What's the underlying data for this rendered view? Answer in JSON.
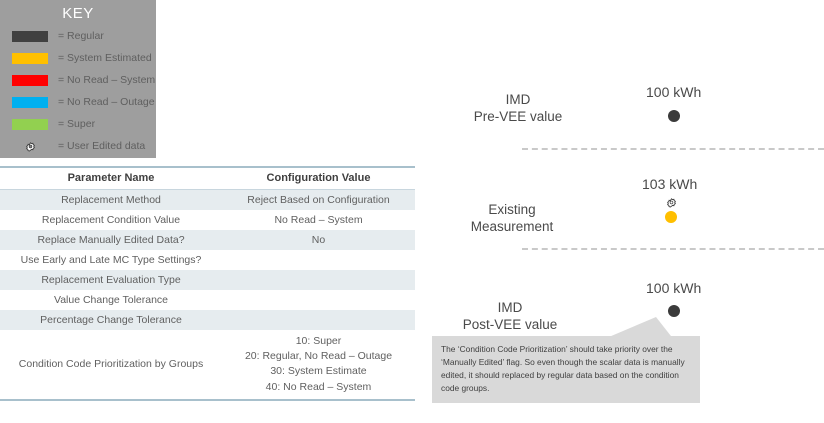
{
  "key": {
    "title": "KEY",
    "items": [
      {
        "icon": "color-swatch",
        "color": "#404040",
        "label": "= Regular"
      },
      {
        "icon": "color-swatch",
        "color": "#FFC000",
        "label": "= System Estimated"
      },
      {
        "icon": "color-swatch",
        "color": "#FF0000",
        "label": "= No Read – System"
      },
      {
        "icon": "color-swatch",
        "color": "#00B0F0",
        "label": "= No Read – Outage"
      },
      {
        "icon": "color-swatch",
        "color": "#92D050",
        "label": "= Super"
      },
      {
        "icon": "gear-icon",
        "color": "#ffffff",
        "label": "= User Edited data"
      }
    ]
  },
  "table": {
    "headers": [
      "Parameter Name",
      "Configuration Value"
    ],
    "rows": [
      {
        "param": "Replacement Method",
        "value": "Reject Based on Configuration"
      },
      {
        "param": "Replacement Condition Value",
        "value": "No Read – System"
      },
      {
        "param": "Replace Manually Edited Data?",
        "value": "No"
      },
      {
        "param": "Use Early and Late MC Type Settings?",
        "value": ""
      },
      {
        "param": "Replacement Evaluation Type",
        "value": ""
      },
      {
        "param": "Value Change Tolerance",
        "value": ""
      },
      {
        "param": "Percentage Change Tolerance",
        "value": ""
      },
      {
        "param": "Condition Code Prioritization by Groups",
        "value": "10: Super\n20: Regular, No Read – Outage\n30: System Estimate\n40: No Read – System"
      }
    ]
  },
  "diagram": {
    "stages": [
      {
        "name": "pre-vee",
        "label_line1": "IMD",
        "label_line2": "Pre-VEE value",
        "value": "100 kWh",
        "dot_color": "#3b3b3b",
        "has_gear": false
      },
      {
        "name": "existing-measurement",
        "label_line1": "Existing",
        "label_line2": "Measurement",
        "value": "103 kWh",
        "dot_color": "#FFBF00",
        "has_gear": true
      },
      {
        "name": "post-vee",
        "label_line1": "IMD",
        "label_line2": "Post-VEE value",
        "value": "100 kWh",
        "dot_color": "#3b3b3b",
        "has_gear": false
      }
    ],
    "callout": "The ‘Condition Code Prioritization’ should take priority over the ‘Manually Edited’ flag.  So even though the scalar data is manually edited, it should replaced by regular data based on the condition code groups."
  }
}
